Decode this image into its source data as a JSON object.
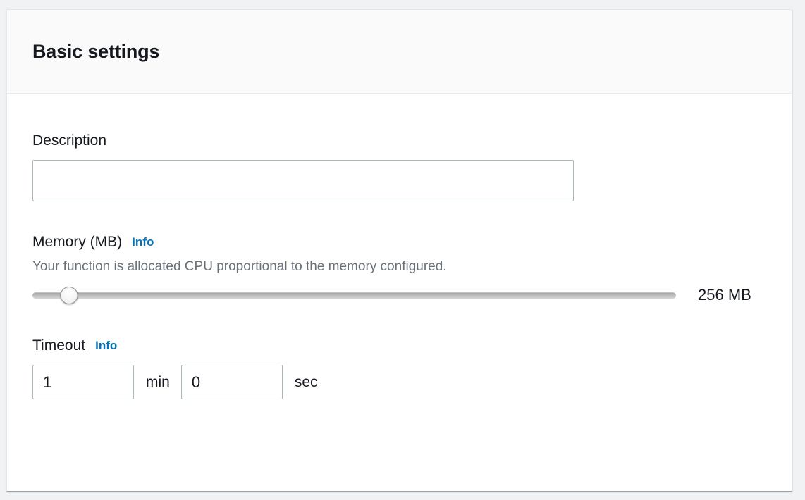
{
  "panel": {
    "title": "Basic settings"
  },
  "description": {
    "label": "Description",
    "value": "",
    "placeholder": ""
  },
  "memory": {
    "label": "Memory (MB)",
    "info_label": "Info",
    "help_text": "Your function is allocated CPU proportional to the memory configured.",
    "value_text": "256 MB",
    "value": 256,
    "min": 128,
    "max": 10240,
    "thumb_percent": 5.7
  },
  "timeout": {
    "label": "Timeout",
    "info_label": "Info",
    "minutes_value": "1",
    "minutes_unit": "min",
    "seconds_value": "0",
    "seconds_unit": "sec"
  },
  "colors": {
    "link": "#0073bb",
    "text": "#16191f",
    "muted": "#687078",
    "border": "#aab7b8",
    "panel_header_bg": "#fafafa",
    "page_bg": "#f1f2f3"
  }
}
